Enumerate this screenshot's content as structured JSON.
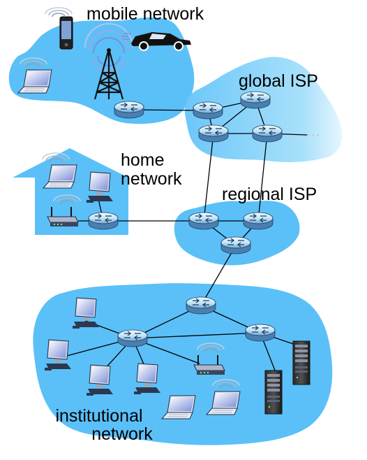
{
  "labels": {
    "mobile": "mobile network",
    "global": "global ISP",
    "home_line1": "home",
    "home_line2": "network",
    "regional": "regional ISP",
    "institutional_line1": "institutional",
    "institutional_line2": "network"
  },
  "colors": {
    "cloud": "#5BC0F8",
    "cloud_light": "#A6E1FB",
    "router_body": "#D8EEFA",
    "router_dark": "#2E5C8A",
    "line": "#000000"
  },
  "icons": [
    "router-icon",
    "laptop-icon",
    "desktop-icon",
    "server-icon",
    "wifi-access-point-icon",
    "cell-tower-icon",
    "smartphone-icon",
    "car-icon",
    "house-icon"
  ]
}
